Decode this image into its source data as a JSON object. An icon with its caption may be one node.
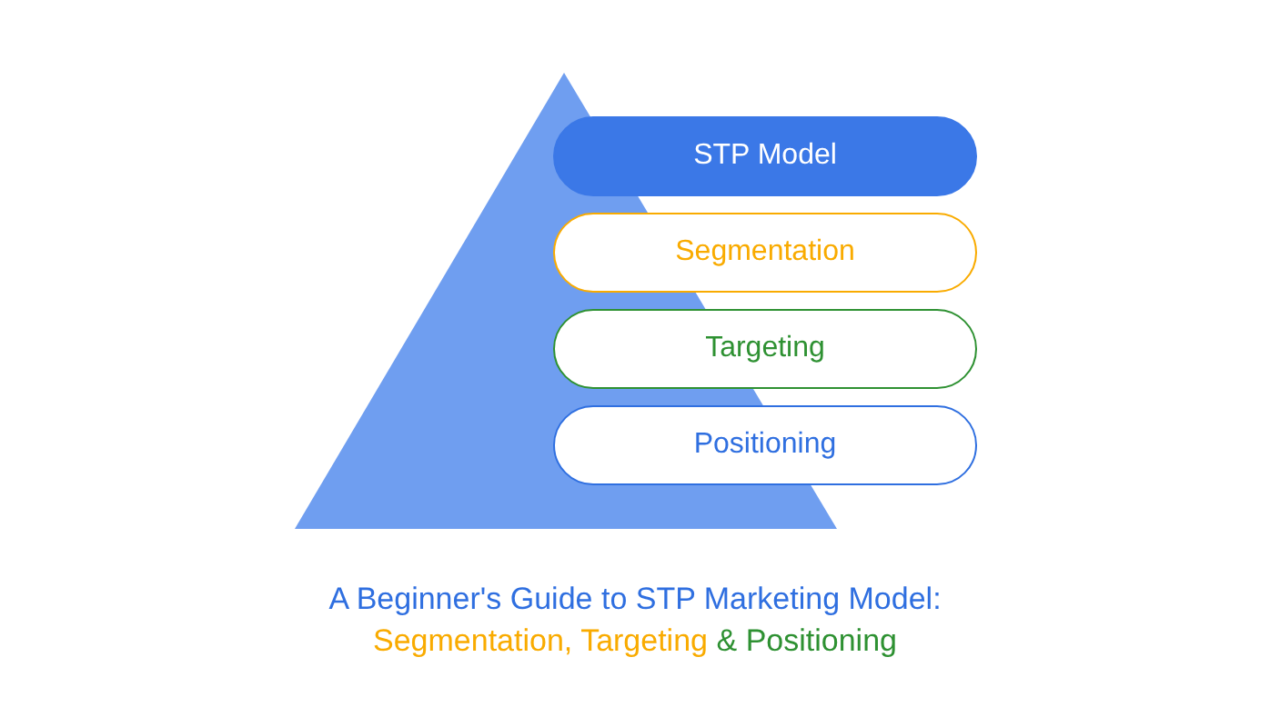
{
  "diagram": {
    "caption": "A Beginner's Guide to STP Marketing Model: Segmentation, Targeting & Positioning",
    "nodes": [
      {
        "text": [],
        "shape": "triangle"
      },
      {
        "text": [
          "STP Model"
        ]
      },
      {
        "text": [
          "Segmentation"
        ]
      },
      {
        "text": [
          "Targeting"
        ]
      },
      {
        "text": [
          "Positioning"
        ]
      }
    ]
  }
}
